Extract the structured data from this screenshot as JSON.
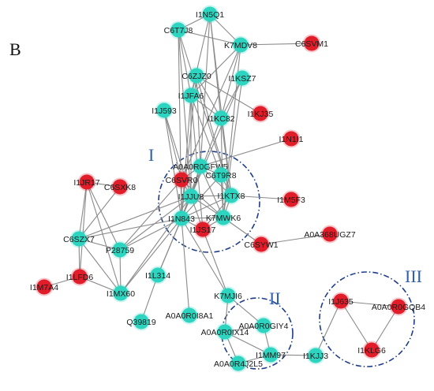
{
  "panel_label": "B",
  "colors": {
    "cyan_node": "#2dd4bf",
    "red_node": "#e11d2a",
    "edge": "#8a8a8a",
    "group_outline": "#1f3d8a",
    "group_label": "#2f5fa8"
  },
  "groups": [
    {
      "id": "g1",
      "label": "I"
    },
    {
      "id": "g2",
      "label": "II"
    },
    {
      "id": "g3",
      "label": "III"
    }
  ],
  "nodes": [
    {
      "id": "n_I1N5Q1",
      "label": "I1N5Q1",
      "color": "cyan"
    },
    {
      "id": "n_C6T7J8",
      "label": "C6T7J8",
      "color": "cyan"
    },
    {
      "id": "n_K7MDV8",
      "label": "K7MDV8",
      "color": "cyan"
    },
    {
      "id": "n_C6SVM1",
      "label": "C6SVM1",
      "color": "red"
    },
    {
      "id": "n_C6ZJZ0",
      "label": "C6ZJZ0",
      "color": "cyan"
    },
    {
      "id": "n_I1KSZ7",
      "label": "I1KSZ7",
      "color": "cyan"
    },
    {
      "id": "n_I1JFA6",
      "label": "I1JFA6",
      "color": "cyan"
    },
    {
      "id": "n_I1J593",
      "label": "I1J593",
      "color": "cyan"
    },
    {
      "id": "n_I1KC82",
      "label": "I1KC82",
      "color": "cyan"
    },
    {
      "id": "n_I1KJ35",
      "label": "I1KJ35",
      "color": "red"
    },
    {
      "id": "n_I1N1I1",
      "label": "I1N1I1",
      "color": "red"
    },
    {
      "id": "n_A0A0R0GFW5",
      "label": "A0A0R0GFW5",
      "color": "cyan"
    },
    {
      "id": "n_C6SVR0",
      "label": "C6SVR0",
      "color": "red"
    },
    {
      "id": "n_C6T9R8",
      "label": "C6T9R8",
      "color": "cyan"
    },
    {
      "id": "n_I1JR17",
      "label": "I1JR17",
      "color": "red"
    },
    {
      "id": "n_C6SXK8",
      "label": "C6SXK8",
      "color": "red"
    },
    {
      "id": "n_I1JJU8",
      "label": "I1JJU8",
      "color": "cyan"
    },
    {
      "id": "n_I1KTX8",
      "label": "I1KTX8",
      "color": "cyan"
    },
    {
      "id": "n_I1M5F3",
      "label": "I1M5F3",
      "color": "red"
    },
    {
      "id": "n_I1N843",
      "label": "I1N843",
      "color": "cyan"
    },
    {
      "id": "n_K7MWK6",
      "label": "K7MWK6",
      "color": "cyan"
    },
    {
      "id": "n_I1JS17",
      "label": "I1JS17",
      "color": "red"
    },
    {
      "id": "n_C6SZX7",
      "label": "C6SZX7",
      "color": "cyan"
    },
    {
      "id": "n_P28759",
      "label": "P28759",
      "color": "cyan"
    },
    {
      "id": "n_C6SYW1",
      "label": "C6SYW1",
      "color": "red"
    },
    {
      "id": "n_A0A368UGZ7",
      "label": "A0A368UGZ7",
      "color": "red"
    },
    {
      "id": "n_I1LFD6",
      "label": "I1LFD6",
      "color": "red"
    },
    {
      "id": "n_I1L314",
      "label": "I1L314",
      "color": "cyan"
    },
    {
      "id": "n_I1M7A4",
      "label": "I1M7A4",
      "color": "red"
    },
    {
      "id": "n_I1MX60",
      "label": "I1MX60",
      "color": "cyan"
    },
    {
      "id": "n_K7MJI6",
      "label": "K7MJI6",
      "color": "cyan"
    },
    {
      "id": "n_A0A0R0I8A1",
      "label": "A0A0R0I8A1",
      "color": "cyan"
    },
    {
      "id": "n_Q39819",
      "label": "Q39819",
      "color": "cyan"
    },
    {
      "id": "n_A0A0R0GIY4",
      "label": "A0A0R0GIY4",
      "color": "cyan"
    },
    {
      "id": "n_A0A0R0IX14",
      "label": "A0A0R0IX14",
      "color": "cyan"
    },
    {
      "id": "n_I1MM97",
      "label": "I1MM97",
      "color": "cyan"
    },
    {
      "id": "n_A0A0R4J2L5",
      "label": "A0A0R4J2L5",
      "color": "cyan"
    },
    {
      "id": "n_I1KJJ3",
      "label": "I1KJJ3",
      "color": "cyan"
    },
    {
      "id": "n_I1J635",
      "label": "I1J635",
      "color": "red"
    },
    {
      "id": "n_A0A0R0GQB4",
      "label": "A0A0R0GQB4",
      "color": "red"
    },
    {
      "id": "n_I1KLG6",
      "label": "I1KLG6",
      "color": "red"
    }
  ],
  "edges": [
    [
      "n_I1N5Q1",
      "n_C6T7J8"
    ],
    [
      "n_I1N5Q1",
      "n_K7MDV8"
    ],
    [
      "n_K7MDV8",
      "n_C6SVM1"
    ],
    [
      "n_C6T7J8",
      "n_K7MDV8"
    ],
    [
      "n_I1N5Q1",
      "n_I1JFA6"
    ],
    [
      "n_I1N5Q1",
      "n_I1KC82"
    ],
    [
      "n_I1N5Q1",
      "n_A0A0R0GFW5"
    ],
    [
      "n_I1N5Q1",
      "n_I1KTX8"
    ],
    [
      "n_C6T7J8",
      "n_I1JFA6"
    ],
    [
      "n_C6T7J8",
      "n_I1JJU8"
    ],
    [
      "n_C6T7J8",
      "n_I1N843"
    ],
    [
      "n_C6T7J8",
      "n_I1KTX8"
    ],
    [
      "n_K7MDV8",
      "n_I1JFA6"
    ],
    [
      "n_K7MDV8",
      "n_I1KC82"
    ],
    [
      "n_K7MDV8",
      "n_C6SVR0"
    ],
    [
      "n_K7MDV8",
      "n_K7MWK6"
    ],
    [
      "n_C6ZJZ0",
      "n_I1JFA6"
    ],
    [
      "n_C6ZJZ0",
      "n_I1KC82"
    ],
    [
      "n_C6ZJZ0",
      "n_I1KJ35"
    ],
    [
      "n_C6ZJZ0",
      "n_I1N843"
    ],
    [
      "n_C6ZJZ0",
      "n_A0A0R0GFW5"
    ],
    [
      "n_C6ZJZ0",
      "n_I1KTX8"
    ],
    [
      "n_I1KSZ7",
      "n_I1KC82"
    ],
    [
      "n_I1KSZ7",
      "n_I1JJU8"
    ],
    [
      "n_I1KSZ7",
      "n_K7MWK6"
    ],
    [
      "n_I1JFA6",
      "n_I1KC82"
    ],
    [
      "n_I1JFA6",
      "n_I1JJU8"
    ],
    [
      "n_I1JFA6",
      "n_I1N843"
    ],
    [
      "n_I1JFA6",
      "n_C6T9R8"
    ],
    [
      "n_I1JFA6",
      "n_I1JS17"
    ],
    [
      "n_I1J593",
      "n_I1JJU8"
    ],
    [
      "n_I1J593",
      "n_I1N843"
    ],
    [
      "n_I1J593",
      "n_C6SVR0"
    ],
    [
      "n_I1KC82",
      "n_I1KTX8"
    ],
    [
      "n_I1KC82",
      "n_I1JJU8"
    ],
    [
      "n_I1KC82",
      "n_K7MWK6"
    ],
    [
      "n_I1N1I1",
      "n_A0A0R0GFW5"
    ],
    [
      "n_A0A0R0GFW5",
      "n_C6SVR0"
    ],
    [
      "n_A0A0R0GFW5",
      "n_C6T9R8"
    ],
    [
      "n_A0A0R0GFW5",
      "n_I1JJU8"
    ],
    [
      "n_A0A0R0GFW5",
      "n_I1KTX8"
    ],
    [
      "n_A0A0R0GFW5",
      "n_I1N843"
    ],
    [
      "n_A0A0R0GFW5",
      "n_K7MWK6"
    ],
    [
      "n_C6SVR0",
      "n_I1JJU8"
    ],
    [
      "n_C6SVR0",
      "n_I1N843"
    ],
    [
      "n_C6T9R8",
      "n_I1KTX8"
    ],
    [
      "n_C6T9R8",
      "n_K7MWK6"
    ],
    [
      "n_C6T9R8",
      "n_I1N843"
    ],
    [
      "n_I1JJU8",
      "n_I1N843"
    ],
    [
      "n_I1JJU8",
      "n_I1KTX8"
    ],
    [
      "n_I1JJU8",
      "n_K7MWK6"
    ],
    [
      "n_I1JJU8",
      "n_I1JS17"
    ],
    [
      "n_I1KTX8",
      "n_K7MWK6"
    ],
    [
      "n_I1KTX8",
      "n_I1N843"
    ],
    [
      "n_I1KTX8",
      "n_I1M5F3"
    ],
    [
      "n_I1N843",
      "n_K7MWK6"
    ],
    [
      "n_I1N843",
      "n_I1JS17"
    ],
    [
      "n_K7MWK6",
      "n_C6SYW1"
    ],
    [
      "n_K7MWK6",
      "n_I1JS17"
    ],
    [
      "n_C6SYW1",
      "n_A0A368UGZ7"
    ],
    [
      "n_I1JR17",
      "n_C6SXK8"
    ],
    [
      "n_I1JR17",
      "n_C6SZX7"
    ],
    [
      "n_I1JR17",
      "n_P28759"
    ],
    [
      "n_I1JR17",
      "n_I1LFD6"
    ],
    [
      "n_I1JR17",
      "n_I1MX60"
    ],
    [
      "n_C6SXK8",
      "n_C6SZX7"
    ],
    [
      "n_C6SZX7",
      "n_P28759"
    ],
    [
      "n_C6SZX7",
      "n_I1LFD6"
    ],
    [
      "n_C6SZX7",
      "n_I1MX60"
    ],
    [
      "n_C6SZX7",
      "n_I1N843"
    ],
    [
      "n_C6SZX7",
      "n_I1JJU8"
    ],
    [
      "n_P28759",
      "n_I1N843"
    ],
    [
      "n_P28759",
      "n_I1JJU8"
    ],
    [
      "n_P28759",
      "n_I1MX60"
    ],
    [
      "n_P28759",
      "n_C6SVR0"
    ],
    [
      "n_I1LFD6",
      "n_I1M7A4"
    ],
    [
      "n_I1LFD6",
      "n_I1MX60"
    ],
    [
      "n_I1MX60",
      "n_I1N843"
    ],
    [
      "n_I1MX60",
      "n_I1JJU8"
    ],
    [
      "n_I1L314",
      "n_I1N843"
    ],
    [
      "n_I1L314",
      "n_Q39819"
    ],
    [
      "n_I1L314",
      "n_I1JJU8"
    ],
    [
      "n_K7MJI6",
      "n_I1N843"
    ],
    [
      "n_K7MJI6",
      "n_I1JS17"
    ],
    [
      "n_K7MJI6",
      "n_A0A0R0GIY4"
    ],
    [
      "n_K7MJI6",
      "n_A0A0R0IX14"
    ],
    [
      "n_A0A0R0I8A1",
      "n_I1N843"
    ],
    [
      "n_A0A0R0GIY4",
      "n_I1MM97"
    ],
    [
      "n_A0A0R0GIY4",
      "n_A0A0R0IX14"
    ],
    [
      "n_A0A0R0IX14",
      "n_I1MM97"
    ],
    [
      "n_A0A0R0IX14",
      "n_A0A0R4J2L5"
    ],
    [
      "n_I1MM97",
      "n_A0A0R4J2L5"
    ],
    [
      "n_I1MM97",
      "n_I1KJJ3"
    ],
    [
      "n_I1KJJ3",
      "n_I1J635"
    ],
    [
      "n_I1J635",
      "n_A0A0R0GQB4"
    ],
    [
      "n_I1J635",
      "n_I1KLG6"
    ],
    [
      "n_A0A0R0GQB4",
      "n_I1KLG6"
    ],
    [
      "n_I1KTX8",
      "n_I1JS17"
    ],
    [
      "n_C6SVR0",
      "n_K7MWK6"
    ]
  ]
}
